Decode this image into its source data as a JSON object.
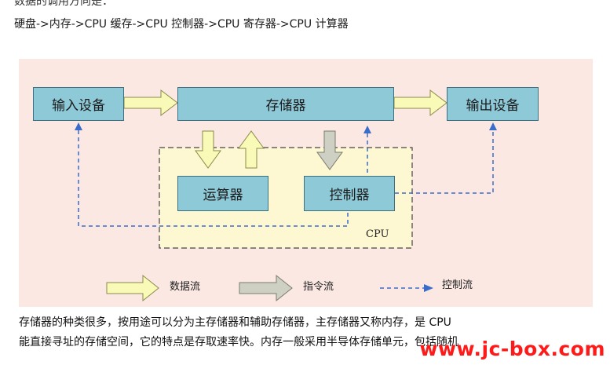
{
  "header": {
    "line0": "数据的调用方向是：",
    "line1": "硬盘->内存->CPU 缓存->CPU 控制器->CPU 寄存器->CPU 计算器"
  },
  "diagram": {
    "boxes": {
      "input": "输入设备",
      "storage": "存储器",
      "output": "输出设备",
      "alu": "运算器",
      "controller": "控制器"
    },
    "cpu_label": "CPU",
    "legend": {
      "data_flow": "数据流",
      "instruction_flow": "指令流",
      "control_flow": "控制流"
    },
    "colors": {
      "background": "#fbe8e3",
      "cpu_region": "#fdf8d2",
      "box_fill": "#8ec9d8",
      "data_arrow": "#fafab8",
      "instruction_arrow": "#cfd0c4",
      "control_line": "#3a6cc9"
    }
  },
  "paragraph": {
    "line1": "存储器的种类很多，按用途可以分为主存储器和辅助存储器，主存储器又称内存，是 CPU",
    "line2": "能直接寻址的存储空间，它的特点是存取速率快。内存一般采用半导体存储单元，包括随机"
  },
  "watermark": "www.jc-box.com"
}
